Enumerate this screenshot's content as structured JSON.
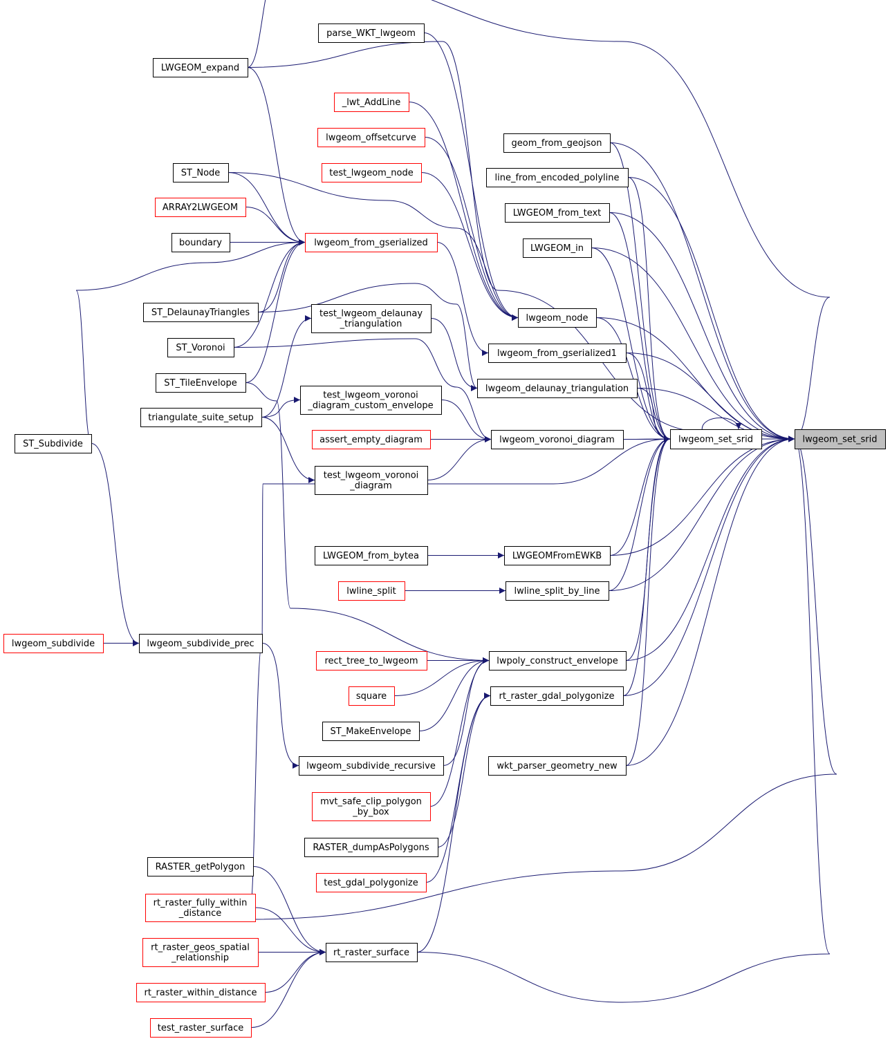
{
  "graph": {
    "nodes": {
      "lwgeom_set_srid": {
        "lines": [
          "lwgeom_set_srid"
        ],
        "color": "focus"
      },
      "lwgeom_set_srid_caller": {
        "lines": [
          "lwgeom_set_srid"
        ],
        "color": "black"
      },
      "geom_from_geojson": {
        "lines": [
          "geom_from_geojson"
        ],
        "color": "black"
      },
      "line_from_encoded_polyline": {
        "lines": [
          "line_from_encoded_polyline"
        ],
        "color": "black"
      },
      "LWGEOM_from_text": {
        "lines": [
          "LWGEOM_from_text"
        ],
        "color": "black"
      },
      "LWGEOM_in": {
        "lines": [
          "LWGEOM_in"
        ],
        "color": "black"
      },
      "lwgeom_node": {
        "lines": [
          "lwgeom_node"
        ],
        "color": "black"
      },
      "lwgeom_from_gserialized1": {
        "lines": [
          "lwgeom_from_gserialized1"
        ],
        "color": "black"
      },
      "lwgeom_delaunay_triangulation": {
        "lines": [
          "lwgeom_delaunay_triangulation"
        ],
        "color": "black"
      },
      "lwgeom_voronoi_diagram": {
        "lines": [
          "lwgeom_voronoi_diagram"
        ],
        "color": "black"
      },
      "LWGEOMFromEWKB": {
        "lines": [
          "LWGEOMFromEWKB"
        ],
        "color": "black"
      },
      "lwline_split_by_line": {
        "lines": [
          "lwline_split_by_line"
        ],
        "color": "black"
      },
      "lwpoly_construct_envelope": {
        "lines": [
          "lwpoly_construct_envelope"
        ],
        "color": "black"
      },
      "rt_raster_gdal_polygonize": {
        "lines": [
          "rt_raster_gdal_polygonize"
        ],
        "color": "black"
      },
      "wkt_parser_geometry_new": {
        "lines": [
          "wkt_parser_geometry_new"
        ],
        "color": "black"
      },
      "parse_WKT_lwgeom": {
        "lines": [
          "parse_WKT_lwgeom"
        ],
        "color": "black"
      },
      "LWGEOM_expand": {
        "lines": [
          "LWGEOM_expand"
        ],
        "color": "black"
      },
      "_lwt_AddLine": {
        "lines": [
          "_lwt_AddLine"
        ],
        "color": "red"
      },
      "lwgeom_offsetcurve": {
        "lines": [
          "lwgeom_offsetcurve"
        ],
        "color": "red"
      },
      "test_lwgeom_node": {
        "lines": [
          "test_lwgeom_node"
        ],
        "color": "red"
      },
      "ST_Node": {
        "lines": [
          "ST_Node"
        ],
        "color": "black"
      },
      "ARRAY2LWGEOM": {
        "lines": [
          "ARRAY2LWGEOM"
        ],
        "color": "red"
      },
      "boundary": {
        "lines": [
          "boundary"
        ],
        "color": "black"
      },
      "lwgeom_from_gserialized": {
        "lines": [
          "lwgeom_from_gserialized"
        ],
        "color": "red"
      },
      "ST_DelaunayTriangles": {
        "lines": [
          "ST_DelaunayTriangles"
        ],
        "color": "black"
      },
      "test_lwgeom_delaunay_triangulation": {
        "lines": [
          "test_lwgeom_delaunay",
          "_triangulation"
        ],
        "color": "black"
      },
      "ST_Voronoi": {
        "lines": [
          "ST_Voronoi"
        ],
        "color": "black"
      },
      "ST_TileEnvelope": {
        "lines": [
          "ST_TileEnvelope"
        ],
        "color": "black"
      },
      "test_lwgeom_voronoi_diagram_custom_envelope": {
        "lines": [
          "test_lwgeom_voronoi",
          "_diagram_custom_envelope"
        ],
        "color": "black"
      },
      "triangulate_suite_setup": {
        "lines": [
          "triangulate_suite_setup"
        ],
        "color": "black"
      },
      "assert_empty_diagram": {
        "lines": [
          "assert_empty_diagram"
        ],
        "color": "red"
      },
      "test_lwgeom_voronoi_diagram": {
        "lines": [
          "test_lwgeom_voronoi",
          "_diagram"
        ],
        "color": "black"
      },
      "ST_Subdivide": {
        "lines": [
          "ST_Subdivide"
        ],
        "color": "black"
      },
      "LWGEOM_from_bytea": {
        "lines": [
          "LWGEOM_from_bytea"
        ],
        "color": "black"
      },
      "lwline_split": {
        "lines": [
          "lwline_split"
        ],
        "color": "red"
      },
      "lwgeom_subdivide": {
        "lines": [
          "lwgeom_subdivide"
        ],
        "color": "red"
      },
      "lwgeom_subdivide_prec": {
        "lines": [
          "lwgeom_subdivide_prec"
        ],
        "color": "black"
      },
      "rect_tree_to_lwgeom": {
        "lines": [
          "rect_tree_to_lwgeom"
        ],
        "color": "red"
      },
      "square": {
        "lines": [
          "square"
        ],
        "color": "red"
      },
      "ST_MakeEnvelope": {
        "lines": [
          "ST_MakeEnvelope"
        ],
        "color": "black"
      },
      "lwgeom_subdivide_recursive": {
        "lines": [
          "lwgeom_subdivide_recursive"
        ],
        "color": "black"
      },
      "mvt_safe_clip_polygon_by_box": {
        "lines": [
          "mvt_safe_clip_polygon",
          "_by_box"
        ],
        "color": "red"
      },
      "RASTER_dumpAsPolygons": {
        "lines": [
          "RASTER_dumpAsPolygons"
        ],
        "color": "black"
      },
      "test_gdal_polygonize": {
        "lines": [
          "test_gdal_polygonize"
        ],
        "color": "red"
      },
      "RASTER_getPolygon": {
        "lines": [
          "RASTER_getPolygon"
        ],
        "color": "black"
      },
      "rt_raster_fully_within_distance": {
        "lines": [
          "rt_raster_fully_within",
          "_distance"
        ],
        "color": "red"
      },
      "rt_raster_geos_spatial_relationship": {
        "lines": [
          "rt_raster_geos_spatial",
          "_relationship"
        ],
        "color": "red"
      },
      "rt_raster_surface": {
        "lines": [
          "rt_raster_surface"
        ],
        "color": "black"
      },
      "rt_raster_within_distance": {
        "lines": [
          "rt_raster_within_distance"
        ],
        "color": "red"
      },
      "test_raster_surface": {
        "lines": [
          "test_raster_surface"
        ],
        "color": "red"
      }
    },
    "edges": [
      [
        "lwgeom_set_srid_caller",
        "lwgeom_set_srid"
      ],
      [
        "lwgeom_set_srid_caller",
        "lwgeom_set_srid_caller"
      ],
      [
        "geom_from_geojson",
        "lwgeom_set_srid"
      ],
      [
        "geom_from_geojson",
        "lwgeom_set_srid_caller"
      ],
      [
        "line_from_encoded_polyline",
        "lwgeom_set_srid"
      ],
      [
        "line_from_encoded_polyline",
        "lwgeom_set_srid_caller"
      ],
      [
        "LWGEOM_from_text",
        "lwgeom_set_srid"
      ],
      [
        "LWGEOM_from_text",
        "lwgeom_set_srid_caller"
      ],
      [
        "LWGEOM_in",
        "lwgeom_set_srid"
      ],
      [
        "LWGEOM_in",
        "lwgeom_set_srid_caller"
      ],
      [
        "lwgeom_node",
        "lwgeom_set_srid"
      ],
      [
        "lwgeom_node",
        "lwgeom_set_srid_caller"
      ],
      [
        "lwgeom_from_gserialized1",
        "lwgeom_set_srid"
      ],
      [
        "lwgeom_from_gserialized1",
        "lwgeom_set_srid_caller"
      ],
      [
        "lwgeom_delaunay_triangulation",
        "lwgeom_set_srid"
      ],
      [
        "lwgeom_delaunay_triangulation",
        "lwgeom_set_srid_caller"
      ],
      [
        "lwgeom_voronoi_diagram",
        "lwgeom_set_srid"
      ],
      [
        "lwgeom_voronoi_diagram",
        "lwgeom_set_srid_caller"
      ],
      [
        "LWGEOMFromEWKB",
        "lwgeom_set_srid"
      ],
      [
        "LWGEOMFromEWKB",
        "lwgeom_set_srid_caller"
      ],
      [
        "lwline_split_by_line",
        "lwgeom_set_srid"
      ],
      [
        "lwline_split_by_line",
        "lwgeom_set_srid_caller"
      ],
      [
        "lwpoly_construct_envelope",
        "lwgeom_set_srid"
      ],
      [
        "lwpoly_construct_envelope",
        "lwgeom_set_srid_caller"
      ],
      [
        "rt_raster_gdal_polygonize",
        "lwgeom_set_srid"
      ],
      [
        "rt_raster_gdal_polygonize",
        "lwgeom_set_srid_caller"
      ],
      [
        "wkt_parser_geometry_new",
        "lwgeom_set_srid"
      ],
      [
        "wkt_parser_geometry_new",
        "lwgeom_set_srid_caller"
      ],
      [
        "LWGEOM_expand",
        "lwgeom_set_srid"
      ],
      [
        "LWGEOM_expand",
        "lwgeom_set_srid_caller"
      ],
      [
        "LWGEOM_expand",
        "lwgeom_from_gserialized"
      ],
      [
        "parse_WKT_lwgeom",
        "lwgeom_node"
      ],
      [
        "_lwt_AddLine",
        "lwgeom_node"
      ],
      [
        "lwgeom_offsetcurve",
        "lwgeom_node"
      ],
      [
        "test_lwgeom_node",
        "lwgeom_node"
      ],
      [
        "ST_Node",
        "lwgeom_node"
      ],
      [
        "ST_Node",
        "lwgeom_from_gserialized"
      ],
      [
        "ARRAY2LWGEOM",
        "lwgeom_from_gserialized"
      ],
      [
        "boundary",
        "lwgeom_from_gserialized"
      ],
      [
        "lwgeom_from_gserialized",
        "lwgeom_from_gserialized1"
      ],
      [
        "ST_DelaunayTriangles",
        "lwgeom_from_gserialized"
      ],
      [
        "ST_DelaunayTriangles",
        "lwgeom_delaunay_triangulation"
      ],
      [
        "ST_Voronoi",
        "lwgeom_from_gserialized"
      ],
      [
        "ST_Voronoi",
        "lwgeom_voronoi_diagram"
      ],
      [
        "ST_TileEnvelope",
        "lwgeom_from_gserialized"
      ],
      [
        "ST_TileEnvelope",
        "lwpoly_construct_envelope"
      ],
      [
        "ST_Subdivide",
        "lwgeom_from_gserialized"
      ],
      [
        "ST_Subdivide",
        "lwgeom_subdivide_prec"
      ],
      [
        "triangulate_suite_setup",
        "test_lwgeom_delaunay_triangulation"
      ],
      [
        "triangulate_suite_setup",
        "test_lwgeom_voronoi_diagram_custom_envelope"
      ],
      [
        "triangulate_suite_setup",
        "test_lwgeom_voronoi_diagram"
      ],
      [
        "test_lwgeom_delaunay_triangulation",
        "lwgeom_delaunay_triangulation"
      ],
      [
        "test_lwgeom_voronoi_diagram_custom_envelope",
        "lwgeom_voronoi_diagram"
      ],
      [
        "assert_empty_diagram",
        "lwgeom_voronoi_diagram"
      ],
      [
        "test_lwgeom_voronoi_diagram",
        "lwgeom_voronoi_diagram"
      ],
      [
        "LWGEOM_from_bytea",
        "LWGEOMFromEWKB"
      ],
      [
        "lwline_split",
        "lwline_split_by_line"
      ],
      [
        "lwgeom_subdivide",
        "lwgeom_subdivide_prec"
      ],
      [
        "lwgeom_subdivide_prec",
        "lwgeom_set_srid_caller"
      ],
      [
        "lwgeom_subdivide_prec",
        "lwgeom_subdivide_recursive"
      ],
      [
        "lwgeom_subdivide_prec",
        "lwgeom_set_srid"
      ],
      [
        "rect_tree_to_lwgeom",
        "lwpoly_construct_envelope"
      ],
      [
        "square",
        "lwpoly_construct_envelope"
      ],
      [
        "ST_MakeEnvelope",
        "lwpoly_construct_envelope"
      ],
      [
        "lwgeom_subdivide_recursive",
        "lwpoly_construct_envelope"
      ],
      [
        "mvt_safe_clip_polygon_by_box",
        "lwpoly_construct_envelope"
      ],
      [
        "RASTER_dumpAsPolygons",
        "rt_raster_gdal_polygonize"
      ],
      [
        "test_gdal_polygonize",
        "rt_raster_gdal_polygonize"
      ],
      [
        "rt_raster_surface",
        "rt_raster_gdal_polygonize"
      ],
      [
        "rt_raster_surface",
        "lwgeom_set_srid"
      ],
      [
        "RASTER_getPolygon",
        "rt_raster_surface"
      ],
      [
        "rt_raster_fully_within_distance",
        "rt_raster_surface"
      ],
      [
        "rt_raster_geos_spatial_relationship",
        "rt_raster_surface"
      ],
      [
        "rt_raster_within_distance",
        "rt_raster_surface"
      ],
      [
        "test_raster_surface",
        "rt_raster_surface"
      ]
    ]
  }
}
